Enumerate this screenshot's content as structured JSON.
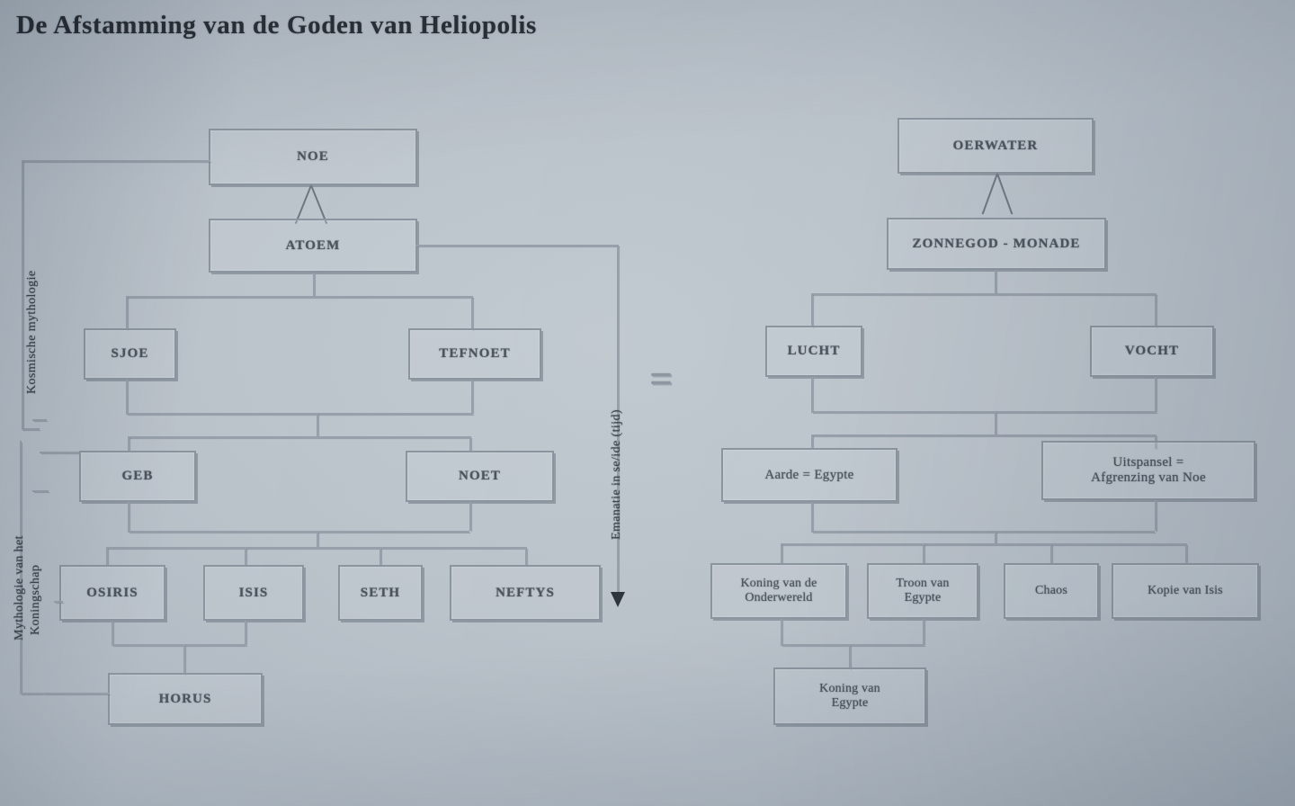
{
  "document": {
    "title": "De Afstamming van de Goden van Heliopolis",
    "language": "nl",
    "background_color": "#b9c1c9",
    "line_color": "#96a0aa",
    "text_color": "#4c555f"
  },
  "center": {
    "equals_symbol": "=",
    "arrow_caption": "Emanatie in se/ide (tijd)"
  },
  "left_panel": {
    "axis_captions": [
      {
        "id": "cosmic",
        "text": "Kosmische mythologie"
      },
      {
        "id": "kingship-1",
        "text": "Mythologie van het"
      },
      {
        "id": "kingship-2",
        "text": "Koningschap"
      }
    ],
    "nodes": [
      {
        "id": "noe",
        "label": "NOE",
        "style": "caps"
      },
      {
        "id": "atoem",
        "label": "ATOEM",
        "style": "caps"
      },
      {
        "id": "sjoe",
        "label": "SJOE",
        "style": "caps"
      },
      {
        "id": "tefnoet",
        "label": "TEFNOET",
        "style": "caps"
      },
      {
        "id": "geb",
        "label": "GEB",
        "style": "caps"
      },
      {
        "id": "noet",
        "label": "NOET",
        "style": "caps"
      },
      {
        "id": "osiris",
        "label": "OSIRIS",
        "style": "caps"
      },
      {
        "id": "isis",
        "label": "ISIS",
        "style": "caps"
      },
      {
        "id": "seth",
        "label": "SETH",
        "style": "caps"
      },
      {
        "id": "neftys",
        "label": "NEFTYS",
        "style": "caps"
      },
      {
        "id": "horus",
        "label": "HORUS",
        "style": "caps"
      }
    ]
  },
  "right_panel": {
    "nodes": [
      {
        "id": "oerwater",
        "label": "OERWATER",
        "style": "caps"
      },
      {
        "id": "zonnegod",
        "label": "ZONNEGOD - MONADE",
        "style": "caps"
      },
      {
        "id": "lucht",
        "label": "LUCHT",
        "style": "caps"
      },
      {
        "id": "vocht",
        "label": "VOCHT",
        "style": "caps"
      },
      {
        "id": "aarde",
        "label": "Aarde = Egypte",
        "style": "mixed"
      },
      {
        "id": "uitspansel",
        "label": "Uitspansel =\nAfgrenzing van Noe",
        "style": "mixed"
      },
      {
        "id": "koning-ond",
        "label": "Koning van de\nOnderwereld",
        "style": "small"
      },
      {
        "id": "troon",
        "label": "Troon van\nEgypte",
        "style": "small"
      },
      {
        "id": "chaos",
        "label": "Chaos",
        "style": "small"
      },
      {
        "id": "kopie-isis",
        "label": "Kopie van Isis",
        "style": "small"
      },
      {
        "id": "koning-eg",
        "label": "Koning van\nEgypte",
        "style": "small"
      }
    ]
  }
}
